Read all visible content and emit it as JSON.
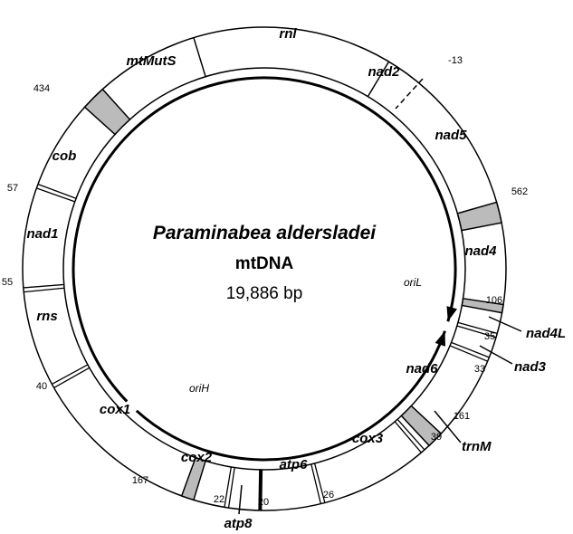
{
  "title": {
    "species": "Paraminabea aldersladei",
    "molecule": "mtDNA",
    "size": "19,886 bp"
  },
  "colors": {
    "stroke": "#000000",
    "intergenic_fill": "#bbbbbb",
    "background": "#ffffff"
  },
  "genes": [
    {
      "id": "rnl",
      "label": "rnl"
    },
    {
      "id": "nad2",
      "label": "nad2"
    },
    {
      "id": "nad5",
      "label": "nad5"
    },
    {
      "id": "nad4",
      "label": "nad4"
    },
    {
      "id": "nad4L",
      "label": "nad4L"
    },
    {
      "id": "nad3",
      "label": "nad3"
    },
    {
      "id": "nad6",
      "label": "nad6"
    },
    {
      "id": "trnM",
      "label": "trnM"
    },
    {
      "id": "cox3",
      "label": "cox3"
    },
    {
      "id": "atp6",
      "label": "atp6"
    },
    {
      "id": "atp8",
      "label": "atp8"
    },
    {
      "id": "cox2",
      "label": "cox2"
    },
    {
      "id": "cox1",
      "label": "cox1"
    },
    {
      "id": "rns",
      "label": "rns"
    },
    {
      "id": "nad1",
      "label": "nad1"
    },
    {
      "id": "cob",
      "label": "cob"
    },
    {
      "id": "mtMutS",
      "label": "mtMutS"
    }
  ],
  "intergenic_spacers": [
    {
      "id": "ig-cob-mtmuts",
      "value": "434"
    },
    {
      "id": "ig-nad2-nad5",
      "value": "-13"
    },
    {
      "id": "ig-nad5-nad4",
      "value": "562"
    },
    {
      "id": "ig-nad4-nad4l",
      "value": "106"
    },
    {
      "id": "ig-nad4l-nad3",
      "value": "35"
    },
    {
      "id": "ig-nad3-nad6",
      "value": "33"
    },
    {
      "id": "ig-nad6-trnm",
      "value": "161"
    },
    {
      "id": "ig-trnm-cox3",
      "value": "39"
    },
    {
      "id": "ig-cox3-atp6",
      "value": "26"
    },
    {
      "id": "ig-atp6-atp8",
      "value": "20"
    },
    {
      "id": "ig-atp8-cox2",
      "value": "22"
    },
    {
      "id": "ig-cox2-cox1",
      "value": "167"
    },
    {
      "id": "ig-cox1-rns",
      "value": "40"
    },
    {
      "id": "ig-rns-nad1",
      "value": "55"
    },
    {
      "id": "ig-nad1-cob",
      "value": "57"
    }
  ],
  "origins": [
    {
      "id": "oriH",
      "label": "oriH"
    },
    {
      "id": "oriL",
      "label": "oriL"
    }
  ]
}
